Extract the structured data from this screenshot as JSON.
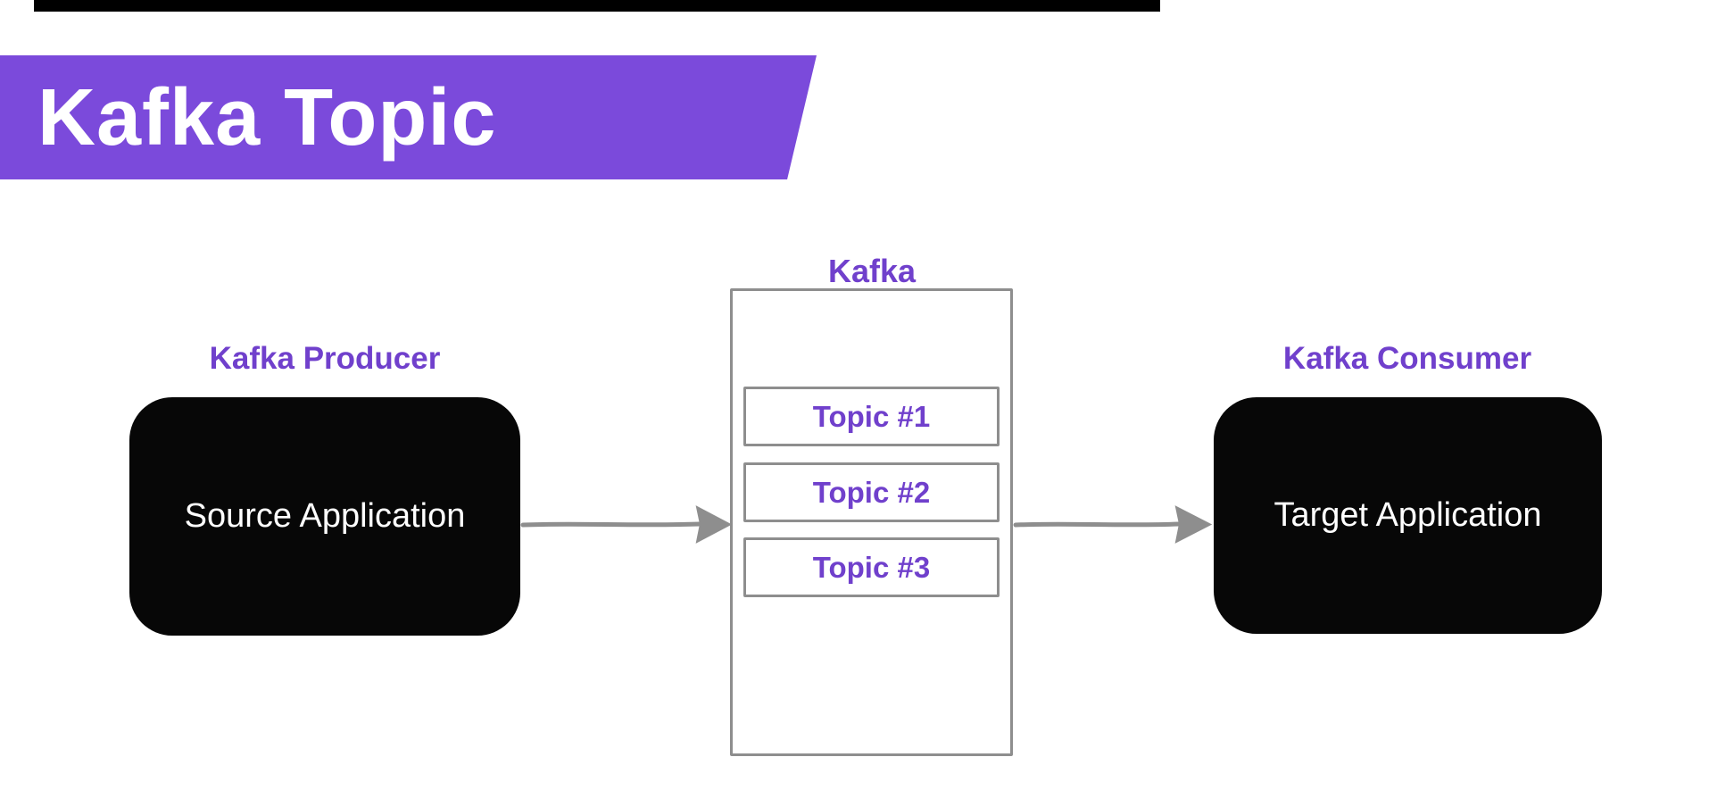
{
  "colors": {
    "banner_purple": "#7B4ADB",
    "label_purple": "#7040CC",
    "box_black": "#070707",
    "box_text_white": "#FFFFFF",
    "sketch_gray": "#8E8E8E",
    "top_bar_black": "#000000",
    "background": "#FFFFFF"
  },
  "banner": {
    "title": "Kafka Topic"
  },
  "diagram": {
    "producer": {
      "label": "Kafka Producer",
      "box_text": "Source Application"
    },
    "kafka": {
      "label": "Kafka",
      "topics": [
        {
          "label": "Topic #1"
        },
        {
          "label": "Topic #2"
        },
        {
          "label": "Topic #3"
        }
      ]
    },
    "consumer": {
      "label": "Kafka Consumer",
      "box_text": "Target Application"
    }
  }
}
